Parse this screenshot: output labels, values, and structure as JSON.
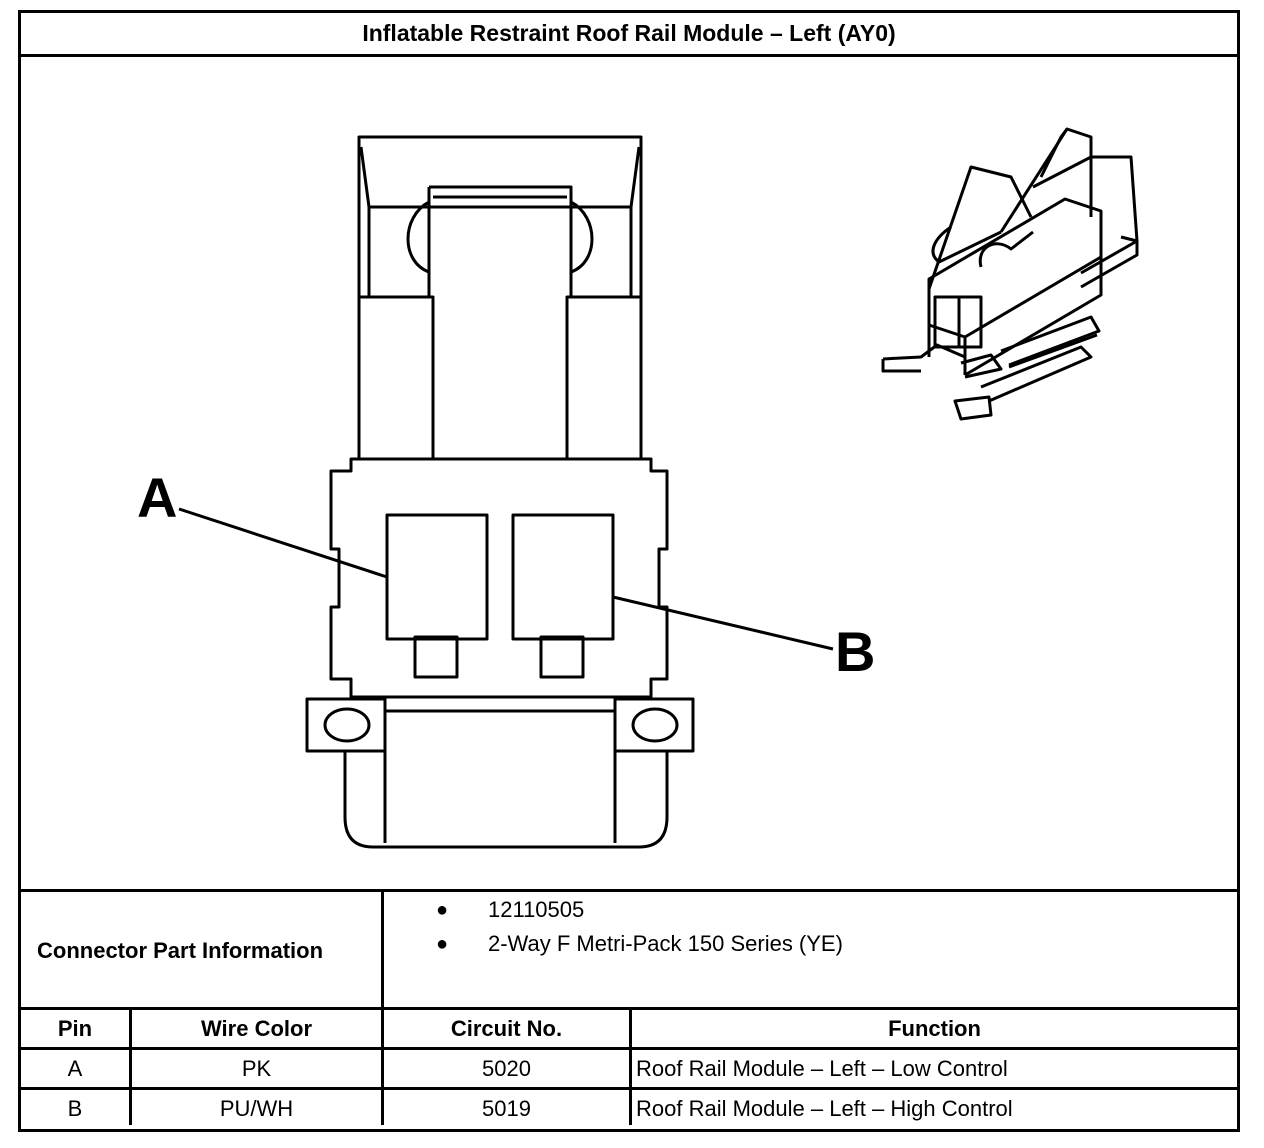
{
  "title": "Inflatable Restraint Roof Rail Module – Left (AY0)",
  "diagram": {
    "pin_a_label": "A",
    "pin_b_label": "B"
  },
  "connector_info": {
    "label": "Connector Part Information",
    "items": [
      "12110505",
      "2-Way F Metri-Pack 150 Series (YE)"
    ]
  },
  "pin_table": {
    "headers": [
      "Pin",
      "Wire Color",
      "Circuit No.",
      "Function"
    ],
    "rows": [
      [
        "A",
        "PK",
        "5020",
        "Roof Rail Module – Left – Low Control"
      ],
      [
        "B",
        "PU/WH",
        "5019",
        "Roof Rail Module – Left – High Control"
      ]
    ]
  }
}
